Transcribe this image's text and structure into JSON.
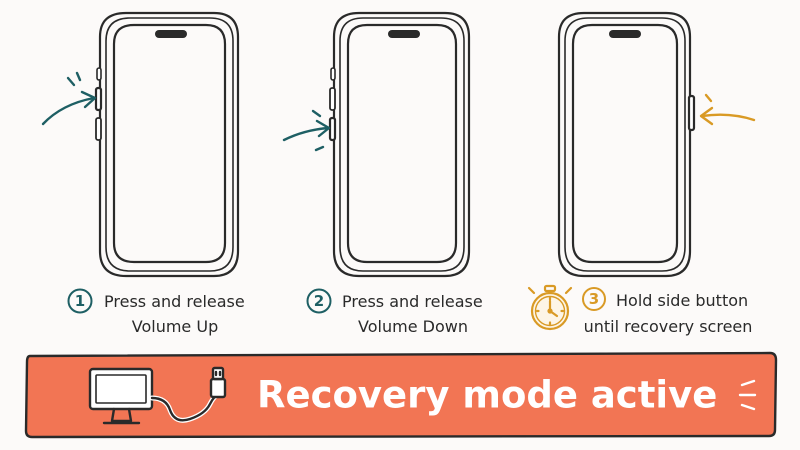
{
  "colors": {
    "teal": "#1e5f64",
    "amber": "#d99a25",
    "banner": "#f27554",
    "ink": "#2a2a2a",
    "background": "#fcfaf9"
  },
  "steps": [
    {
      "number": "1",
      "line1": "Press and release",
      "line2": "Volume Up",
      "accent": "teal",
      "icon": "arrow-right-icon"
    },
    {
      "number": "2",
      "line1": "Press and release",
      "line2": "Volume Down",
      "accent": "teal",
      "icon": "arrow-right-icon"
    },
    {
      "number": "3",
      "line1": "Hold side button",
      "line2": "until recovery screen",
      "accent": "amber",
      "icon": "stopwatch-icon"
    }
  ],
  "banner": {
    "text": "Recovery mode active",
    "icons": [
      "monitor-icon",
      "usb-cable-icon"
    ]
  }
}
